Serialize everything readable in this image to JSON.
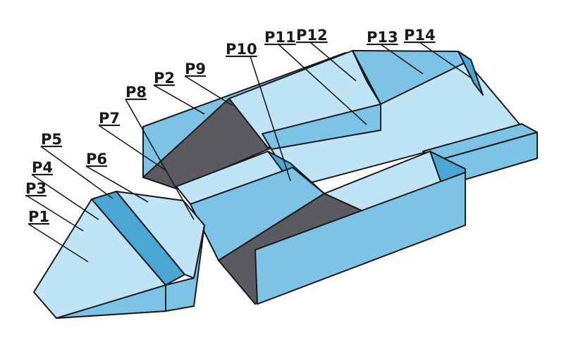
{
  "diagram": {
    "labels": [
      "P1",
      "P2",
      "P3",
      "P4",
      "P5",
      "P6",
      "P7",
      "P8",
      "P9",
      "P10",
      "P11",
      "P12",
      "P13",
      "P14"
    ],
    "colors": {
      "light": "#bfe4f6",
      "mid": "#7cc3e6",
      "dark": "#4aa6d3",
      "shadow": "#5b5a60"
    }
  }
}
